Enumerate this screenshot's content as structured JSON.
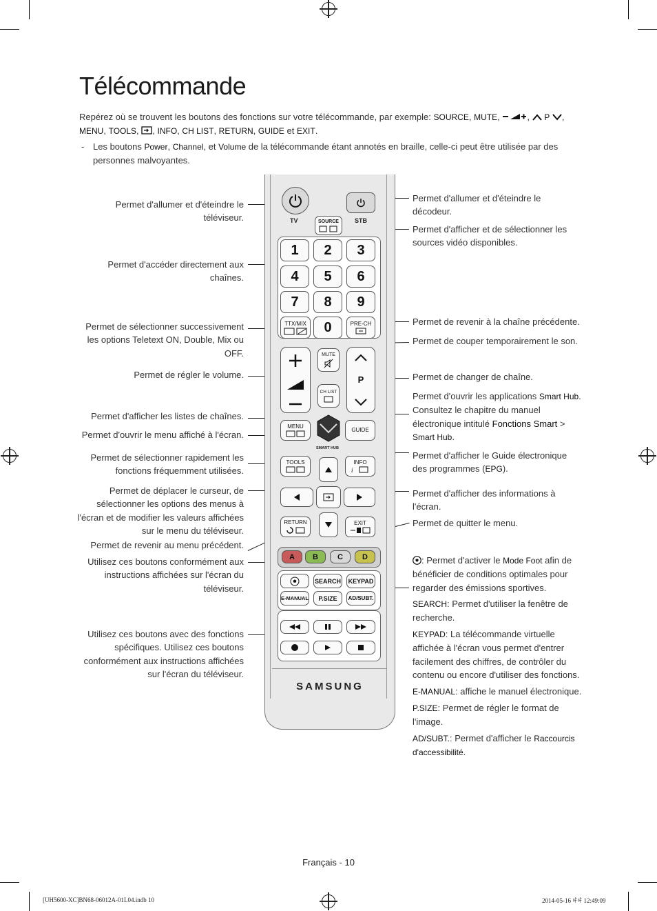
{
  "page": {
    "title": "Télécommande",
    "intro_prefix": "Repérez où se trouvent les boutons des fonctions sur votre télécommande, par exemple: ",
    "intro_keys": [
      "SOURCE",
      "MUTE",
      "P",
      "MENU",
      "TOOLS",
      "INFO",
      "CH LIST",
      "RETURN",
      "GUIDE",
      "EXIT"
    ],
    "intro_and": "et",
    "note_prefix": "Les boutons ",
    "note_keys": [
      "Power",
      "Channel",
      "Volume"
    ],
    "note_suffix": " de la télécommande étant annotés en braille, celle-ci peut être utilisée par des personnes malvoyantes.",
    "note_et": ", et "
  },
  "left_callouts": [
    "Permet d'allumer et d'éteindre le téléviseur.",
    "Permet d'accéder directement aux chaînes.",
    "Permet de sélectionner successivement les options Teletext ON, Double, Mix ou OFF.",
    "Permet de régler le volume.",
    "Permet d'afficher les listes de chaînes.",
    "Permet d'ouvrir le menu affiché à l'écran.",
    "Permet de sélectionner rapidement les fonctions fréquemment utilisées.",
    "Permet de déplacer le curseur, de sélectionner les options des menus à l'écran et de modifier les valeurs affichées sur le menu du téléviseur.",
    "Permet de revenir au menu précédent.",
    "Utilisez ces boutons conformément aux instructions affichées sur l'écran du téléviseur.",
    "Utilisez ces boutons avec des fonctions spécifiques. Utilisez ces boutons conformément aux instructions affichées sur l'écran du téléviseur."
  ],
  "right_callouts": {
    "stb": "Permet d'allumer et d'éteindre le décodeur.",
    "source": "Permet d'afficher et de sélectionner les sources vidéo disponibles.",
    "prech": "Permet de revenir à la chaîne précédente.",
    "mute": "Permet de couper temporairement le son.",
    "channel": "Permet de changer de chaîne.",
    "smarthub_a": "Permet d'ouvrir les applications ",
    "smarthub_k1": "Smart Hub",
    "smarthub_b": ". Consultez le chapitre du manuel électronique intitulé ",
    "smarthub_k2": "Fonctions Smart",
    "smarthub_c": " > ",
    "smarthub_k3": "Smart Hub",
    "smarthub_d": ".",
    "guide_a": "Permet d'afficher le Guide électronique des programmes (",
    "guide_k": "EPG",
    "guide_b": ").",
    "info": "Permet d'afficher des informations à l'écran.",
    "exit": "Permet de quitter le menu.",
    "foot_a": ": Permet d'activer le ",
    "foot_k": "Mode Foot",
    "foot_b": " afin de bénéficier de conditions optimales pour regarder des émissions sportives.",
    "search_k": "SEARCH",
    "search_t": ": Permet d'utiliser la fenêtre de recherche.",
    "keypad_k": "KEYPAD",
    "keypad_t": ": La télécommande virtuelle affichée à l'écran vous permet d'entrer facilement des chiffres, de contrôler du contenu ou encore d'utiliser des fonctions.",
    "emanual_k": "E-MANUAL",
    "emanual_t": ": affiche le manuel électronique.",
    "psize_k": "P.SIZE",
    "psize_t": ": Permet de régler le format de l'image.",
    "adsubt_k": "AD/SUBT.",
    "adsubt_t": ": Permet d'afficher le ",
    "adsubt_k2": "Raccourcis d'accessibilité",
    "adsubt_end": "."
  },
  "remote": {
    "tv": "TV",
    "stb": "STB",
    "source": "SOURCE",
    "digits": [
      "1",
      "2",
      "3",
      "4",
      "5",
      "6",
      "7",
      "8",
      "9"
    ],
    "zero": "0",
    "ttx": "TTX/MIX",
    "prech": "PRE-CH",
    "mute": "MUTE",
    "p": "P",
    "chlist": "CH LIST",
    "menu": "MENU",
    "smarthub": "SMART HUB",
    "guide": "GUIDE",
    "tools": "TOOLS",
    "info": "INFO",
    "return": "RETURN",
    "exit": "EXIT",
    "colors": [
      "A",
      "B",
      "C",
      "D"
    ],
    "search": "SEARCH",
    "keypad": "KEYPAD",
    "emanual": "E-MANUAL",
    "psize": "P.SIZE",
    "adsubt": "AD/SUBT.",
    "brand": "SAMSUNG",
    "color_hex": {
      "a": "#c85a5a",
      "b": "#8bbb55",
      "c": "#d8d8d8",
      "d": "#c7c24e"
    }
  },
  "footer": {
    "page_label": "Français - 10",
    "slug_left": "[UH5600-XC]BN68-06012A-01L04.indb   10",
    "slug_right": "2014-05-16   ꊓꊓ 12:49:09"
  }
}
